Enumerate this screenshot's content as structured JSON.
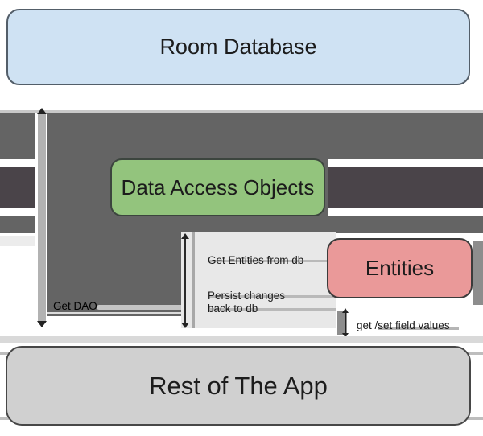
{
  "diagram": {
    "title_context": "Room database architecture diagram",
    "boxes": {
      "room_database": {
        "label": "Room Database",
        "fill": "#cfe2f3",
        "border": "#535e69"
      },
      "dao": {
        "label": "Data Access Objects",
        "fill": "#93c47d",
        "border": "#3c453e"
      },
      "entities": {
        "label": "Entities",
        "fill": "#ea9999",
        "border": "#3b3b3b"
      },
      "rest_of_app": {
        "label": "Rest of The App",
        "fill": "#d0d0d0",
        "border": "#474747"
      }
    },
    "arrow_labels": {
      "get_dao": "Get DAO",
      "get_entities": "Get Entities from db",
      "persist_line1": "Persist changes",
      "persist_line2": "back to db",
      "get_set": "get /set field values"
    },
    "colors": {
      "band_medium_gray": "#646464",
      "band_dark_gray": "#4a4449",
      "left_arrow_bar": "#b2b2b2",
      "panel_gray": "#e8e8e8",
      "bottom_band": "#d9d9d9"
    }
  }
}
